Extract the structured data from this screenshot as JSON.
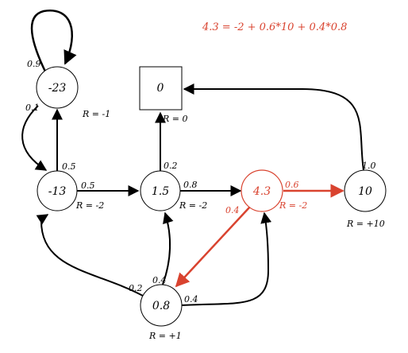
{
  "colors": {
    "ink": "#000000",
    "highlight": "#d9432f"
  },
  "equation": "4.3 = -2 + 0.6*10 + 0.4*0.8",
  "nodes": {
    "n23": {
      "value": "-23",
      "reward": "R = -1"
    },
    "n13": {
      "value": "-13",
      "reward": "R = -2"
    },
    "n15": {
      "value": "1.5",
      "reward": "R = -2"
    },
    "n43": {
      "value": "4.3",
      "reward": "R = -2"
    },
    "n10": {
      "value": "10",
      "reward": "R = +10"
    },
    "n08": {
      "value": "0.8",
      "reward": "R = +1"
    },
    "terminal": {
      "value": "0",
      "reward": "R = 0"
    }
  },
  "probs": {
    "p23_self": "0.9",
    "p23_13": "0.1",
    "p13_23": "0.5",
    "p13_15": "0.5",
    "p15_term": "0.2",
    "p15_43": "0.8",
    "p43_10": "0.6",
    "p43_08": "0.4",
    "p10_term": "1.0",
    "p08_13": "0.2",
    "p08_15": "0.4",
    "p08_43": "0.4"
  }
}
